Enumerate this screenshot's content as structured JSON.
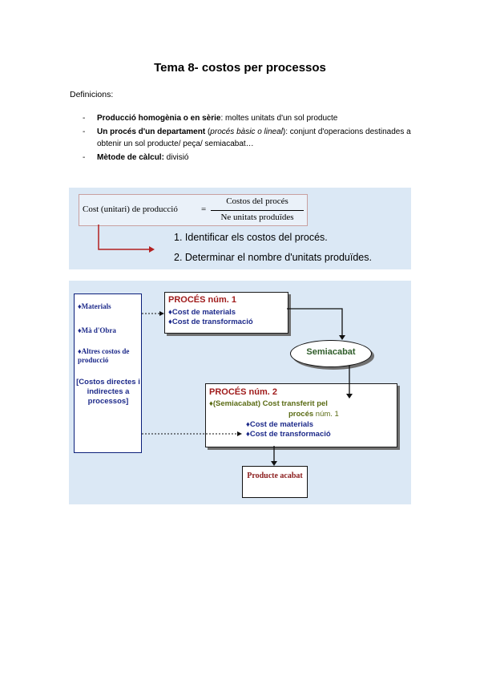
{
  "title": "Tema 8- costos per processos",
  "intro": "Definicions:",
  "definitions": [
    {
      "dash": "-",
      "term": "Producció homogènia o en sèrie",
      "text": ": moltes unitats d'un sol producte"
    },
    {
      "dash": "-",
      "term": "Un procés d'un departament",
      "paren_open": " (",
      "italic": "procés bàsic o lineal",
      "paren_close": ")",
      "text": ": conjunt d'operacions destinades a obtenir un sol producte/ peça/ semiacabat…"
    },
    {
      "dash": "-",
      "term": "Mètode de càlcul:",
      "text": " divisió"
    }
  ],
  "formula": {
    "left": "Cost (unitari)  de producció",
    "equals": "=",
    "numerator": "Costos del procés",
    "denominator": "Ne unitats produïdes"
  },
  "steps": [
    "1.   Identificar els costos del procés.",
    "2.   Determinar el nombre d'unitats produïdes."
  ],
  "diagram": {
    "inputs": [
      "♦Materials",
      "♦Mà d'Obra",
      "♦Altres costos de producció"
    ],
    "inputs_note": "[Costos directes i indirectes a processos]",
    "process1": {
      "title": "PROCÉS núm. 1",
      "lines": [
        "♦Cost de materials",
        "♦Cost de transformació"
      ]
    },
    "semi": "Semiacabat",
    "process2": {
      "title": "PROCÉS núm.  2",
      "transfer_a": "♦(Semiacabat) Cost transferit pel",
      "transfer_b": "procés ",
      "transfer_b_plain": "núm. 1",
      "lines": [
        "♦Cost de materials",
        "♦Cost de transformació"
      ]
    },
    "final": "Producte acabat"
  },
  "colors": {
    "panel_bg": "#dbe8f5",
    "arrow_red": "#b32020",
    "text_blue": "#1d2a8a",
    "title_red": "#a01c1c",
    "semi_green": "#2f5d2a"
  }
}
